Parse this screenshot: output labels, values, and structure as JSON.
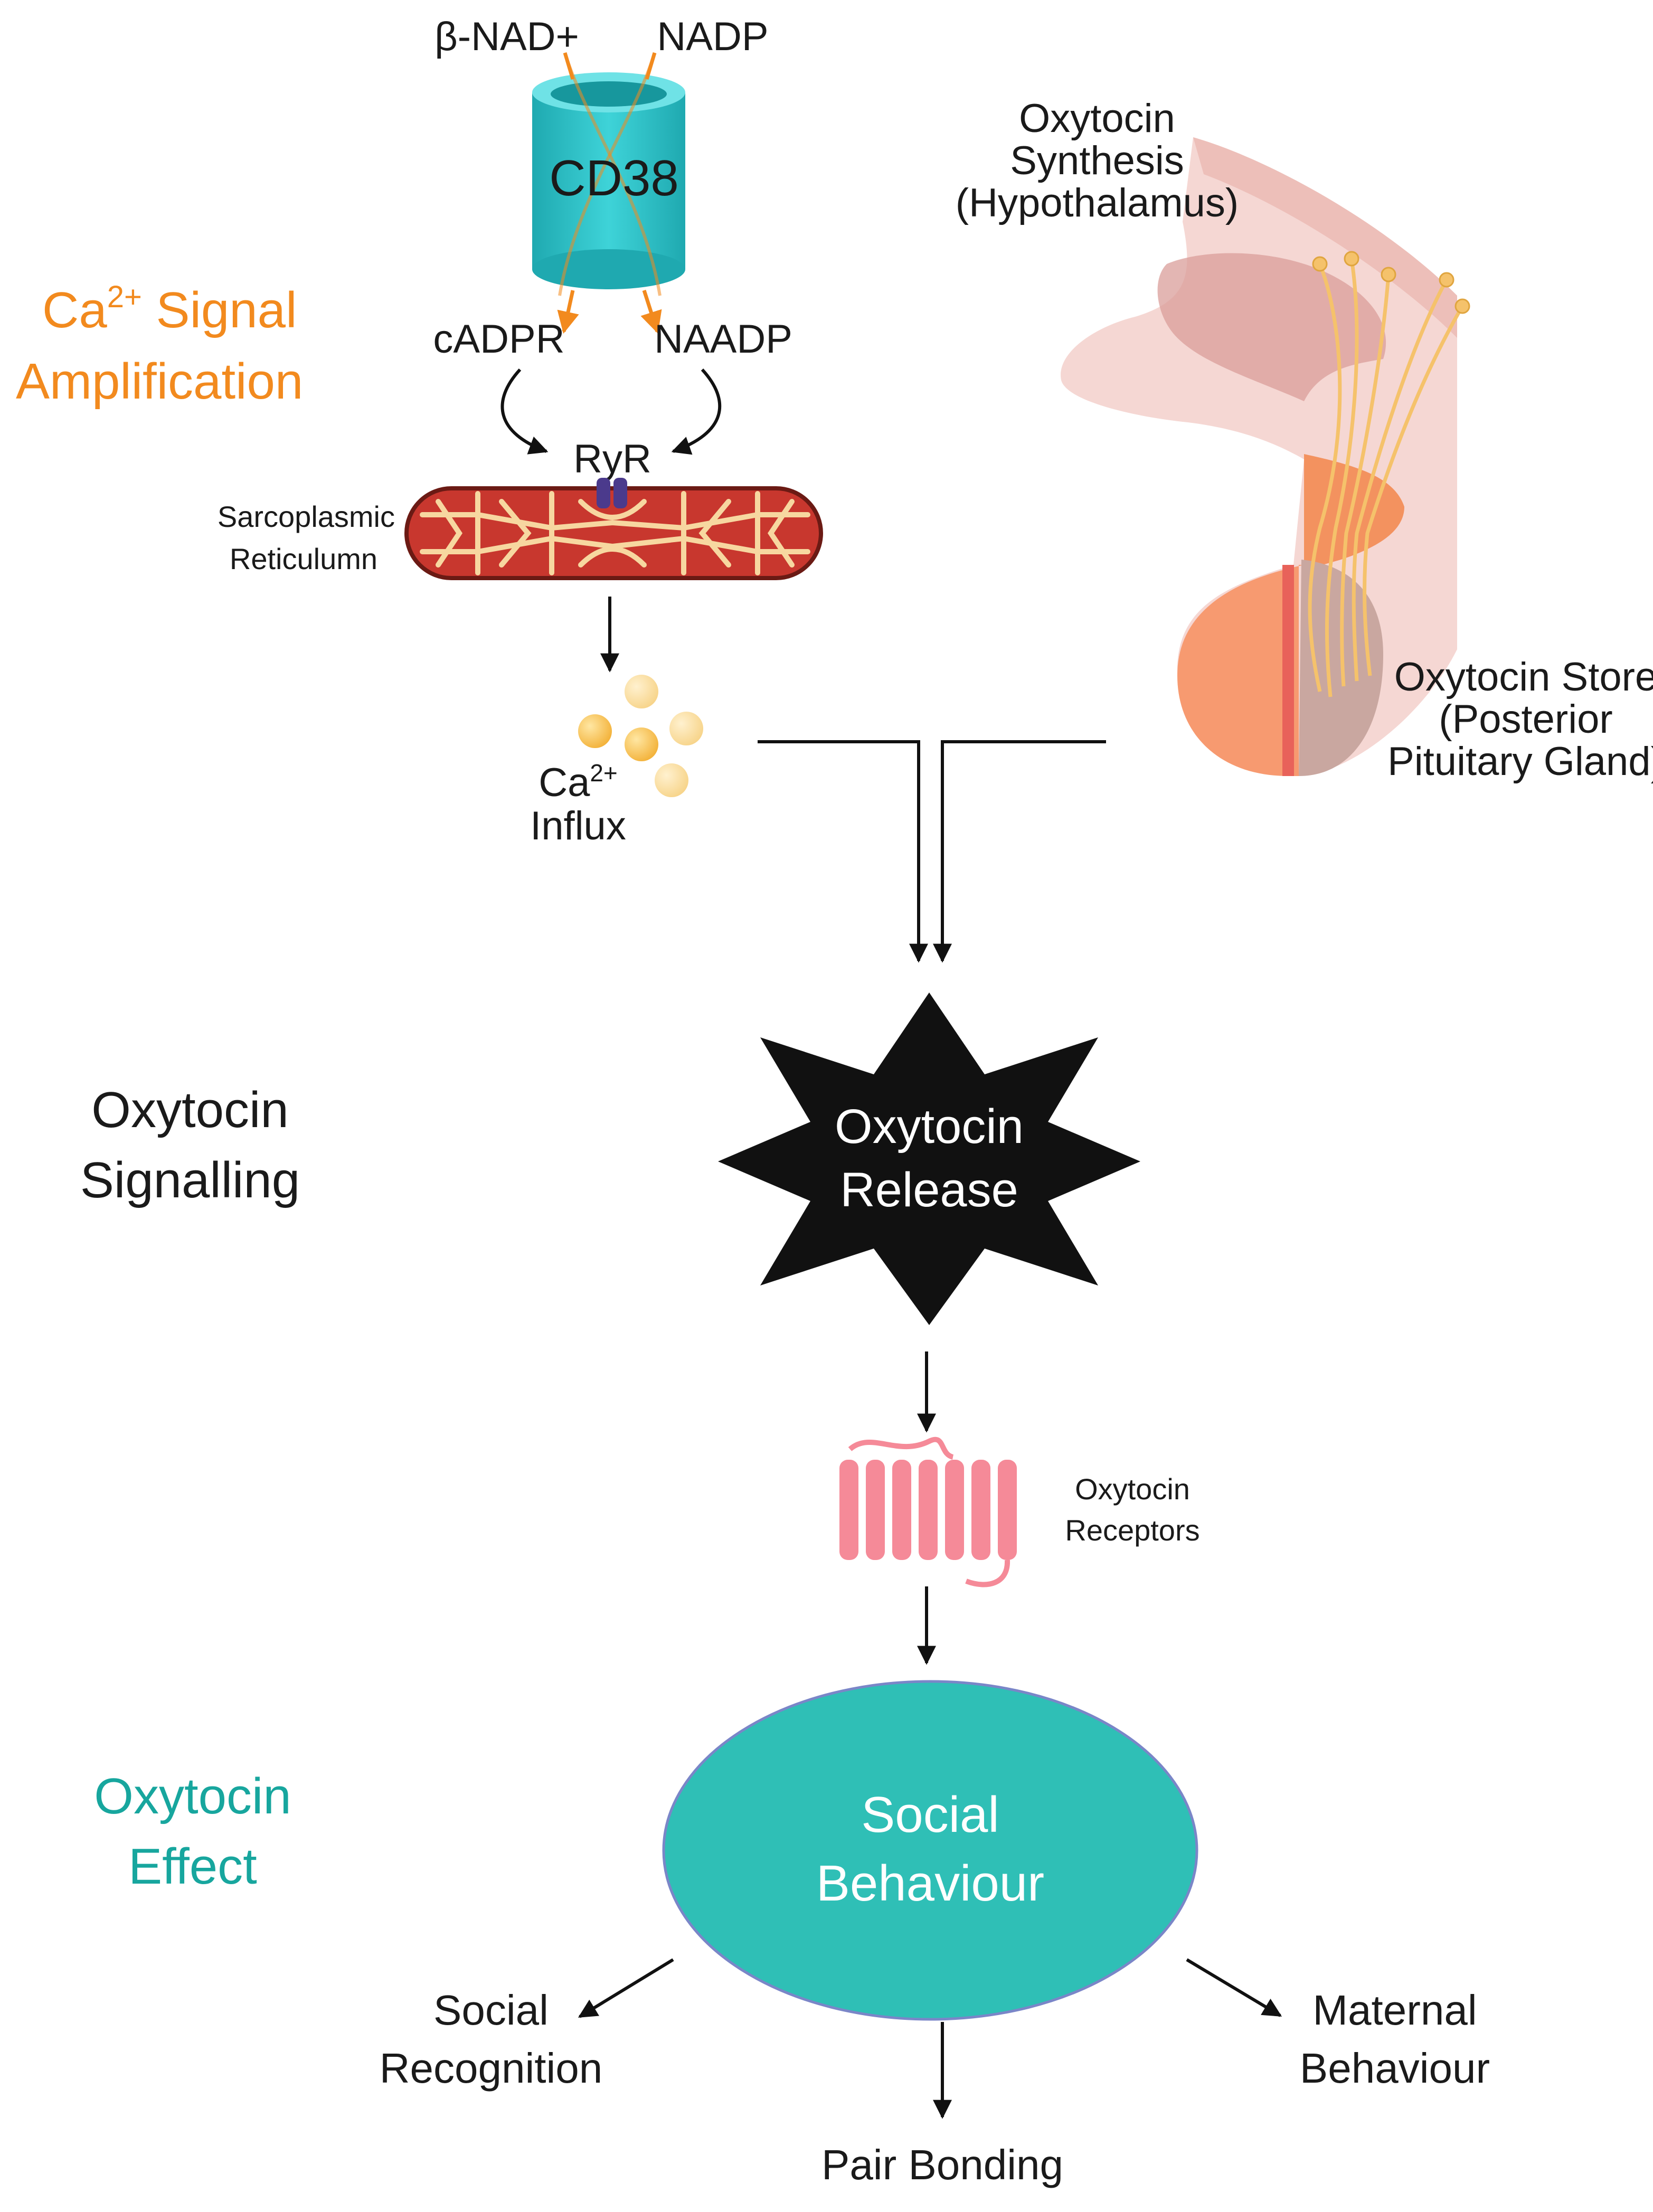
{
  "colors": {
    "orange": "#F28A1E",
    "teal": "#2FBFB6",
    "teal_text": "#17A69E",
    "black": "#111111",
    "cd38": "#2FC2C8",
    "sr_red": "#C8372E",
    "receptor_pink": "#F58A98"
  },
  "icons": {
    "cd38": "cylinder-channel-icon",
    "sr": "sarcoplasmic-reticulum-icon",
    "ryr": "ryr-channel-icon",
    "ca": "calcium-spheres-icon",
    "brain": "hypothalamus-pituitary-icon",
    "receptor": "gpcr-receptor-icon",
    "burst": "starburst-shape"
  },
  "cd38": {
    "input_left": "β-NAD+",
    "input_right": "NADP",
    "label": "CD38",
    "output_left": "cADPR",
    "output_right": "NAADP"
  },
  "sections": {
    "amplification": {
      "line1_prefix": "Ca",
      "line1_sup": "2+",
      "line1_suffix": " Signal",
      "line2": "Amplification"
    },
    "signalling": {
      "line1": "Oxytocin",
      "line2": "Signalling"
    },
    "effect": {
      "line1": "Oxytocin",
      "line2": "Effect"
    }
  },
  "sr": {
    "ryr": "RyR",
    "line1": "Sarcoplasmic",
    "line2": "Reticulumn"
  },
  "calcium": {
    "prefix": "Ca",
    "sup": "2+",
    "line2": "Influx"
  },
  "synthesis": {
    "line1": "Oxytocin",
    "line2": "Synthesis",
    "line3": "(Hypothalamus)"
  },
  "store": {
    "line1": "Oxytocin Store",
    "line2": "(Posterior",
    "line3": "Pituitary Gland)"
  },
  "release": {
    "line1": "Oxytocin",
    "line2": "Release"
  },
  "receptors": {
    "line1": "Oxytocin",
    "line2": "Receptors"
  },
  "behaviour": {
    "line1": "Social",
    "line2": "Behaviour"
  },
  "outcomes": {
    "left_line1": "Social",
    "left_line2": "Recognition",
    "center": "Pair Bonding",
    "right_line1": "Maternal",
    "right_line2": "Behaviour"
  }
}
